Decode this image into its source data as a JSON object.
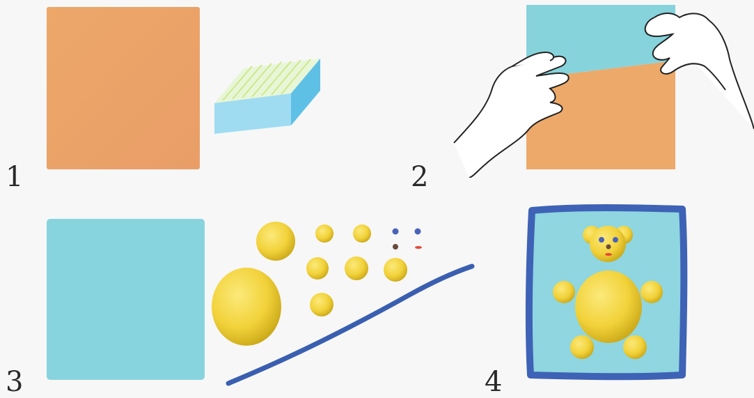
{
  "steps": [
    {
      "label": "1"
    },
    {
      "label": "2"
    },
    {
      "label": "3"
    },
    {
      "label": "4"
    }
  ],
  "colors": {
    "orange_paper": "#eda86a",
    "cyan_paper": "#86d3dc",
    "plasticine_yellow": "#f2d23a",
    "plasticine_blue": "#3a5fb0",
    "stack_light": "#bfe7f5"
  }
}
